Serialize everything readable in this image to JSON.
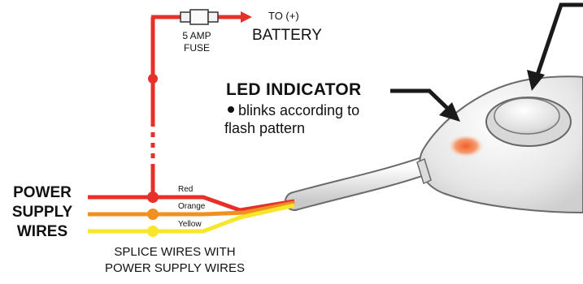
{
  "labels": {
    "to_battery_line1": "TO (+)",
    "to_battery_line2": "BATTERY",
    "fuse_line1": "5 AMP",
    "fuse_line2": "FUSE",
    "led_title": "LED INDICATOR",
    "led_desc_line1": "blinks according to",
    "led_desc_line2": "flash pattern",
    "power_line1": "POWER",
    "power_line2": "SUPPLY",
    "power_line3": "WIRES",
    "splice_line1": "SPLICE WIRES WITH",
    "splice_line2": "POWER SUPPLY WIRES"
  },
  "wires": [
    {
      "label": "Red",
      "color": "#e8302a"
    },
    {
      "label": "Orange",
      "color": "#f0901e"
    },
    {
      "label": "Yellow",
      "color": "#f7e62a"
    }
  ],
  "colors": {
    "led_glow": "#f08a5a",
    "device_shell": "#e9e9e9",
    "arrow": "#1a1a1a",
    "text": "#111111"
  },
  "icons": [
    "fuse-icon",
    "wire-arrow-icon",
    "pointer-arrow-icon",
    "bullet-icon"
  ]
}
